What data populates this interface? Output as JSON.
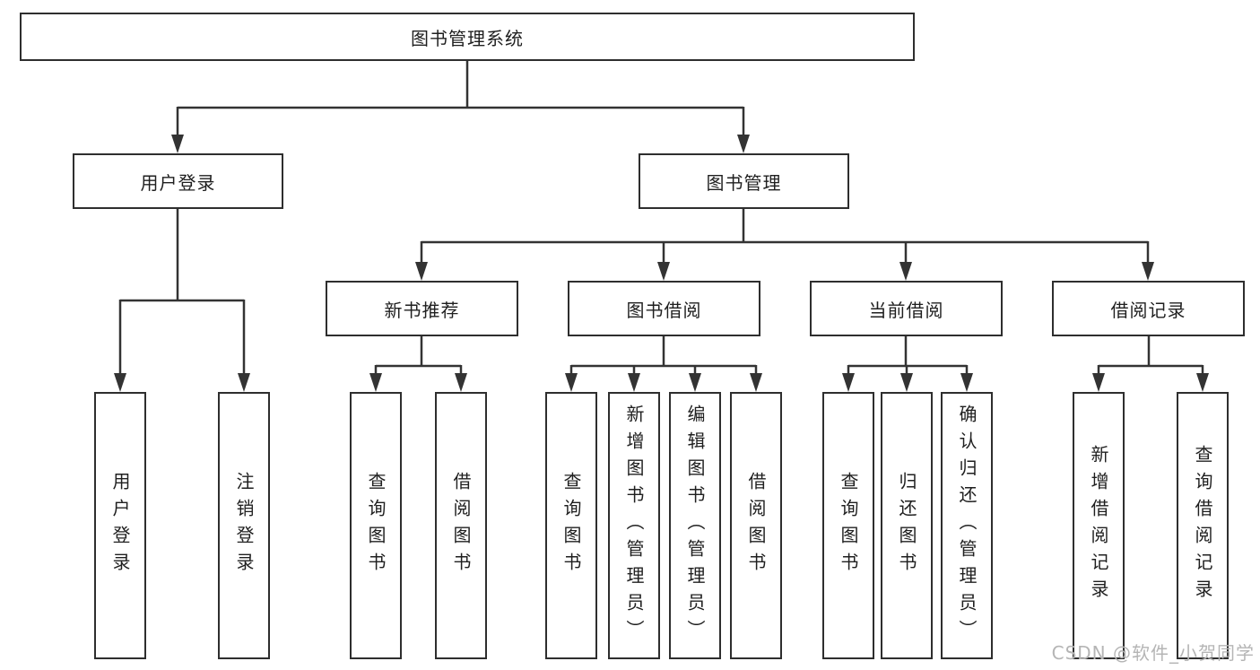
{
  "diagram": {
    "root": {
      "label": "图书管理系统",
      "children": [
        {
          "label": "用户登录",
          "children": [
            {
              "label": "用户登录"
            },
            {
              "label": "注销登录"
            }
          ]
        },
        {
          "label": "图书管理",
          "children": [
            {
              "label": "新书推荐",
              "children": [
                {
                  "label": "查询图书"
                },
                {
                  "label": "借阅图书"
                }
              ]
            },
            {
              "label": "图书借阅",
              "children": [
                {
                  "label": "查询图书"
                },
                {
                  "label": "新增图书（管理员）"
                },
                {
                  "label": "编辑图书（管理员）"
                },
                {
                  "label": "借阅图书"
                }
              ]
            },
            {
              "label": "当前借阅",
              "children": [
                {
                  "label": "查询图书"
                },
                {
                  "label": "归还图书"
                },
                {
                  "label": "确认归还（管理员）"
                }
              ]
            },
            {
              "label": "借阅记录",
              "children": [
                {
                  "label": "新增借阅记录"
                },
                {
                  "label": "查询借阅记录"
                }
              ]
            }
          ]
        }
      ]
    }
  },
  "watermark": "CSDN @软件_小贺同学",
  "colors": {
    "line": "#333333",
    "box-border": "#2e2e2e",
    "box-fill": "#ffffff",
    "text": "#1f1f1f",
    "watermark": "#b5b5b5",
    "background": "#ffffff"
  }
}
